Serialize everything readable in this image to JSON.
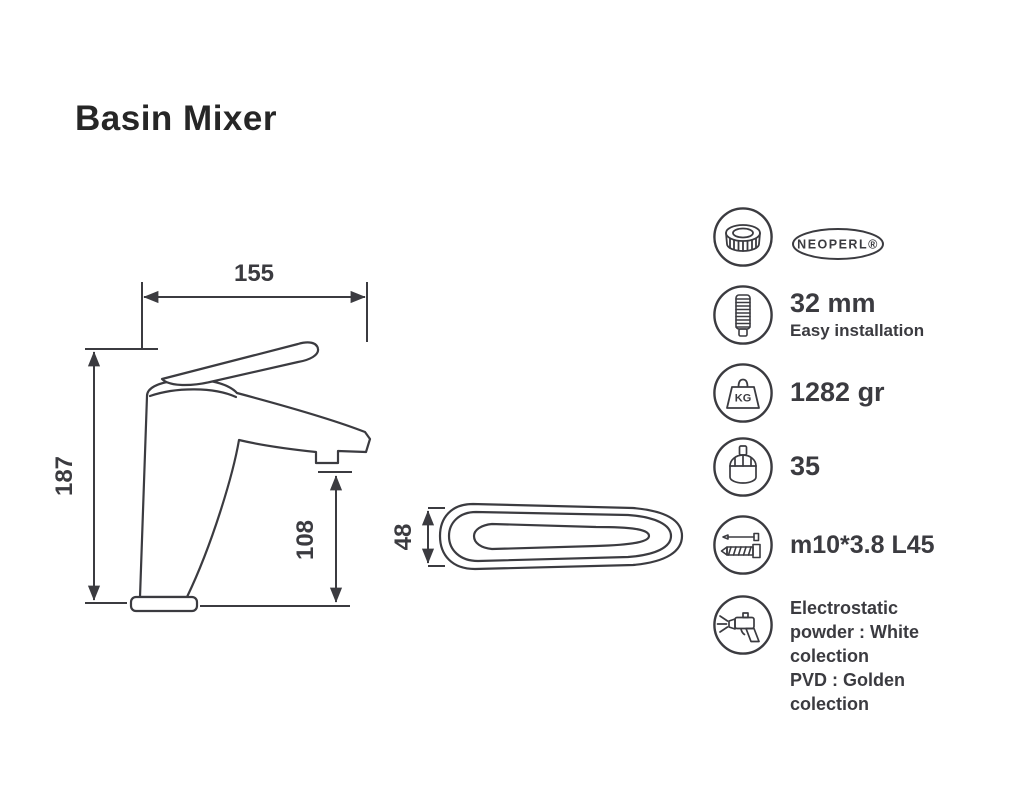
{
  "title": "Basin Mixer",
  "drawing": {
    "dim_width_top": "155",
    "dim_height_total": "187",
    "dim_spout_height": "108",
    "dim_handle_height": "48"
  },
  "badge": {
    "text": "NEOPERL®"
  },
  "icons": {
    "kg_label": "KG"
  },
  "specs": [
    {
      "value": "32 mm",
      "label": "Easy installation"
    },
    {
      "value": "1282 gr"
    },
    {
      "value": "35"
    },
    {
      "value": "m10*3.8 L45"
    },
    {
      "text": "Electrostatic\npowder : White\ncolection\nPVD : Golden\ncolection"
    }
  ]
}
